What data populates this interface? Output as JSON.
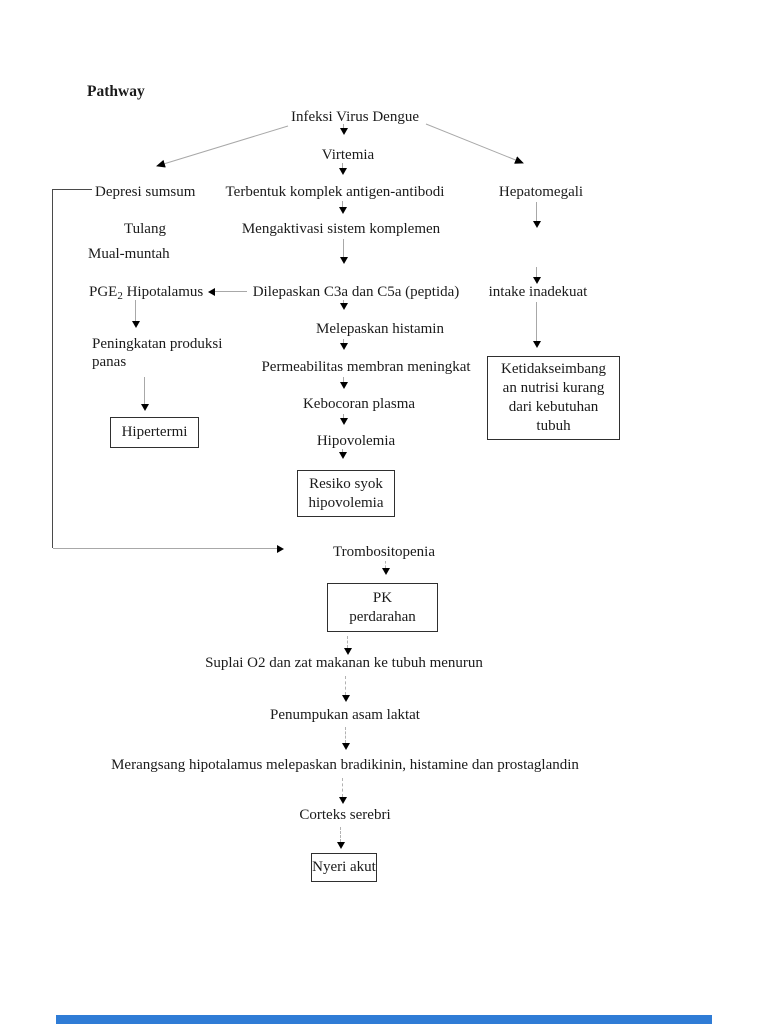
{
  "title": "Pathway",
  "flowchart": {
    "nodes": {
      "infeksi_virus_dengue": "Infeksi Virus Dengue",
      "virtemia": "Virtemia",
      "depresi_sumsum": "Depresi sumsum",
      "tulang": "Tulang",
      "mual_muntah": "Mual-muntah",
      "terbentuk_komplek": "Terbentuk komplek antigen-antibodi",
      "mengaktivasi": "Mengaktivasi sistem komplemen",
      "hepatomegali": "Hepatomegali",
      "pge2_prefix": "PGE",
      "pge2_sub": "2",
      "pge2_suffix": " Hipotalamus",
      "dilepaskan": "Dilepaskan C3a dan C5a (peptida)",
      "intake_inadekuat": "intake inadekuat",
      "melepaskan_histamin": "Melepaskan histamin",
      "peningkatan_line1": "Peningkatan produksi",
      "peningkatan_line2": "panas",
      "permeabilitas": "Permeabilitas membran meningkat",
      "kebocoran_plasma": "Kebocoran plasma",
      "hipovolemia": "Hipovolemia",
      "trombositopenia": "Trombositopenia",
      "suplai_o2": "Suplai O2 dan zat makanan ke tubuh menurun",
      "penumpukan": "Penumpukan asam laktat",
      "merangsang": "Merangsang hipotalamus melepaskan bradikinin, histamine dan prostaglandin",
      "corteks_serebri": "Corteks serebri"
    },
    "boxes": {
      "hipertermi": [
        "Hipertermi"
      ],
      "resiko_syok": [
        "Resiko syok",
        "hipovolemia"
      ],
      "ketidakseimbangan": [
        "Ketidakseimbang",
        "an nutrisi kurang",
        "dari kebutuhan",
        "tubuh"
      ],
      "pk_perdarahan": [
        "PK",
        "perdarahan"
      ],
      "nyeri_akut": [
        "Nyeri akut"
      ]
    },
    "edges": [
      "Infeksi Virus Dengue -> Virtemia",
      "Infeksi Virus Dengue -> Depresi sumsum Tulang",
      "Infeksi Virus Dengue -> Hepatomegali",
      "Virtemia -> Terbentuk komplek antigen-antibodi",
      "Terbentuk komplek antigen-antibodi -> Mengaktivasi sistem komplemen",
      "Mengaktivasi sistem komplemen -> Dilepaskan C3a dan C5a (peptida)",
      "Dilepaskan C3a dan C5a (peptida) -> PGE2 Hipotalamus",
      "Dilepaskan C3a dan C5a (peptida) -> Melepaskan histamin",
      "Melepaskan histamin -> Permeabilitas membran meningkat",
      "Permeabilitas membran meningkat -> Kebocoran plasma",
      "Kebocoran plasma -> Hipovolemia",
      "Hipovolemia -> Resiko syok hipovolemia",
      "Hepatomegali -> intake inadekuat",
      "intake inadekuat -> Ketidakseimbangan nutrisi kurang dari kebutuhan tubuh",
      "PGE2 Hipotalamus -> Peningkatan produksi panas",
      "Peningkatan produksi panas -> Hipertermi",
      "Depresi sumsum Tulang -> Trombositopenia",
      "Trombositopenia -> PK perdarahan",
      "PK perdarahan -> Suplai O2 dan zat makanan ke tubuh menurun",
      "Suplai O2 dan zat makanan ke tubuh menurun -> Penumpukan asam laktat",
      "Penumpukan asam laktat -> Merangsang hipotalamus melepaskan bradikinin, histamine dan prostaglandin",
      "Merangsang hipotalamus -> Corteks serebri",
      "Corteks serebri -> Nyeri akut"
    ]
  },
  "colors": {
    "background": "#ffffff",
    "text": "#1b1b1b",
    "line_gray": "#a8a8a8",
    "arrowhead": "#000000",
    "box_border": "#2f2f2f",
    "bottom_bar": "#2f7cd6"
  }
}
